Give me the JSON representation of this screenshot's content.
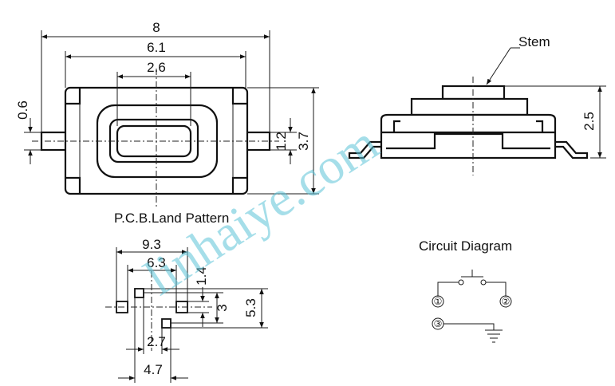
{
  "top_view": {
    "dim_overall_width": "8",
    "dim_body_width": "6.1",
    "dim_stem_width": "2.6",
    "dim_terminal_thickness": "0.6",
    "dim_terminal_width": "1.2",
    "dim_body_height": "3.7"
  },
  "side_view": {
    "stem_label": "Stem",
    "dim_height": "2.5"
  },
  "pcb": {
    "title": "P.C.B.Land Pattern",
    "dim_outer": "9.3",
    "dim_inner": "6.3",
    "dim_pad": "1.4",
    "dim_pitch": "3",
    "dim_height": "5.3",
    "dim_offset": "2.7",
    "dim_bottom": "4.7"
  },
  "circuit": {
    "title": "Circuit Diagram",
    "terminal_1": "①",
    "terminal_2": "②",
    "terminal_3": "③"
  },
  "watermark": "linhaiye.com",
  "colors": {
    "ink": "#111111",
    "watermark": "#5dc4d8",
    "background": "#ffffff"
  }
}
